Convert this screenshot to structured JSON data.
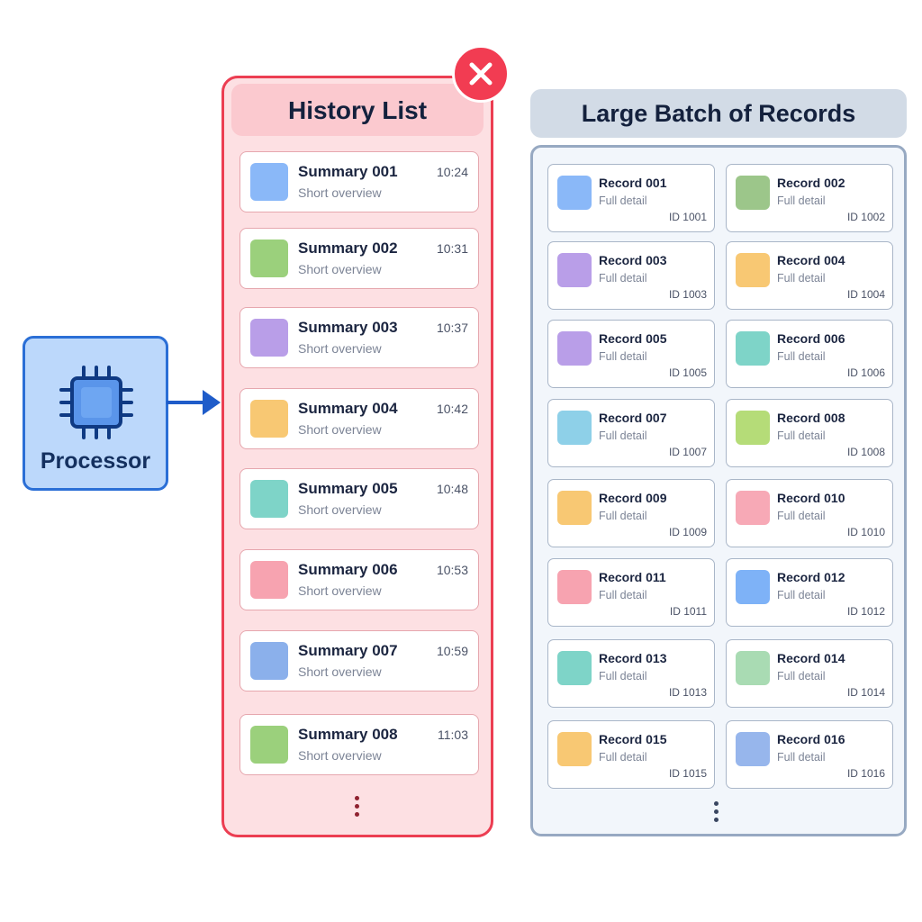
{
  "processor": {
    "label": "Processor"
  },
  "history": {
    "title": "History List",
    "items": [
      {
        "title": "Summary 001",
        "subtitle": "Short overview",
        "time": "10:24",
        "color": "#8ab8f8"
      },
      {
        "title": "Summary 002",
        "subtitle": "Short overview",
        "time": "10:31",
        "color": "#9bd07c"
      },
      {
        "title": "Summary 003",
        "subtitle": "Short overview",
        "time": "10:37",
        "color": "#b99ee8"
      },
      {
        "title": "Summary 004",
        "subtitle": "Short overview",
        "time": "10:42",
        "color": "#f8c873"
      },
      {
        "title": "Summary 005",
        "subtitle": "Short overview",
        "time": "10:48",
        "color": "#7ed4c8"
      },
      {
        "title": "Summary 006",
        "subtitle": "Short overview",
        "time": "10:53",
        "color": "#f7a3b0"
      },
      {
        "title": "Summary 007",
        "subtitle": "Short overview",
        "time": "10:59",
        "color": "#8bb0eb"
      },
      {
        "title": "Summary 008",
        "subtitle": "Short overview",
        "time": "11:03",
        "color": "#9bd07c"
      }
    ]
  },
  "records": {
    "title": "Large Batch of Records",
    "items": [
      {
        "title": "Record 001",
        "subtitle": "Full detail",
        "id": "ID 1001",
        "color": "#8ab8f8"
      },
      {
        "title": "Record 002",
        "subtitle": "Full detail",
        "id": "ID 1002",
        "color": "#9cc68a"
      },
      {
        "title": "Record 003",
        "subtitle": "Full detail",
        "id": "ID 1003",
        "color": "#b99ee8"
      },
      {
        "title": "Record 004",
        "subtitle": "Full detail",
        "id": "ID 1004",
        "color": "#f8c873"
      },
      {
        "title": "Record 005",
        "subtitle": "Full detail",
        "id": "ID 1005",
        "color": "#b99ee8"
      },
      {
        "title": "Record 006",
        "subtitle": "Full detail",
        "id": "ID 1006",
        "color": "#7ed4c8"
      },
      {
        "title": "Record 007",
        "subtitle": "Full detail",
        "id": "ID 1007",
        "color": "#8ed0e8"
      },
      {
        "title": "Record 008",
        "subtitle": "Full detail",
        "id": "ID 1008",
        "color": "#b5dc78"
      },
      {
        "title": "Record 009",
        "subtitle": "Full detail",
        "id": "ID 1009",
        "color": "#f8c873"
      },
      {
        "title": "Record 010",
        "subtitle": "Full detail",
        "id": "ID 1010",
        "color": "#f7a9b6"
      },
      {
        "title": "Record 011",
        "subtitle": "Full detail",
        "id": "ID 1011",
        "color": "#f7a3b0"
      },
      {
        "title": "Record 012",
        "subtitle": "Full detail",
        "id": "ID 1012",
        "color": "#7eb2f7"
      },
      {
        "title": "Record 013",
        "subtitle": "Full detail",
        "id": "ID 1013",
        "color": "#7ed4c8"
      },
      {
        "title": "Record 014",
        "subtitle": "Full detail",
        "id": "ID 1014",
        "color": "#a9dbb3"
      },
      {
        "title": "Record 015",
        "subtitle": "Full detail",
        "id": "ID 1015",
        "color": "#f8c873"
      },
      {
        "title": "Record 016",
        "subtitle": "Full detail",
        "id": "ID 1016",
        "color": "#97b6ec"
      }
    ]
  },
  "colors": {
    "processor_border": "#2b6fd6",
    "history_border": "#ec3e52",
    "records_border": "#97a9c2",
    "close_button": "#f23c52"
  },
  "icons": {
    "processor": "chip-icon",
    "close": "close-icon",
    "arrow": "arrow-right-icon",
    "more": "more-vertical-icon"
  }
}
